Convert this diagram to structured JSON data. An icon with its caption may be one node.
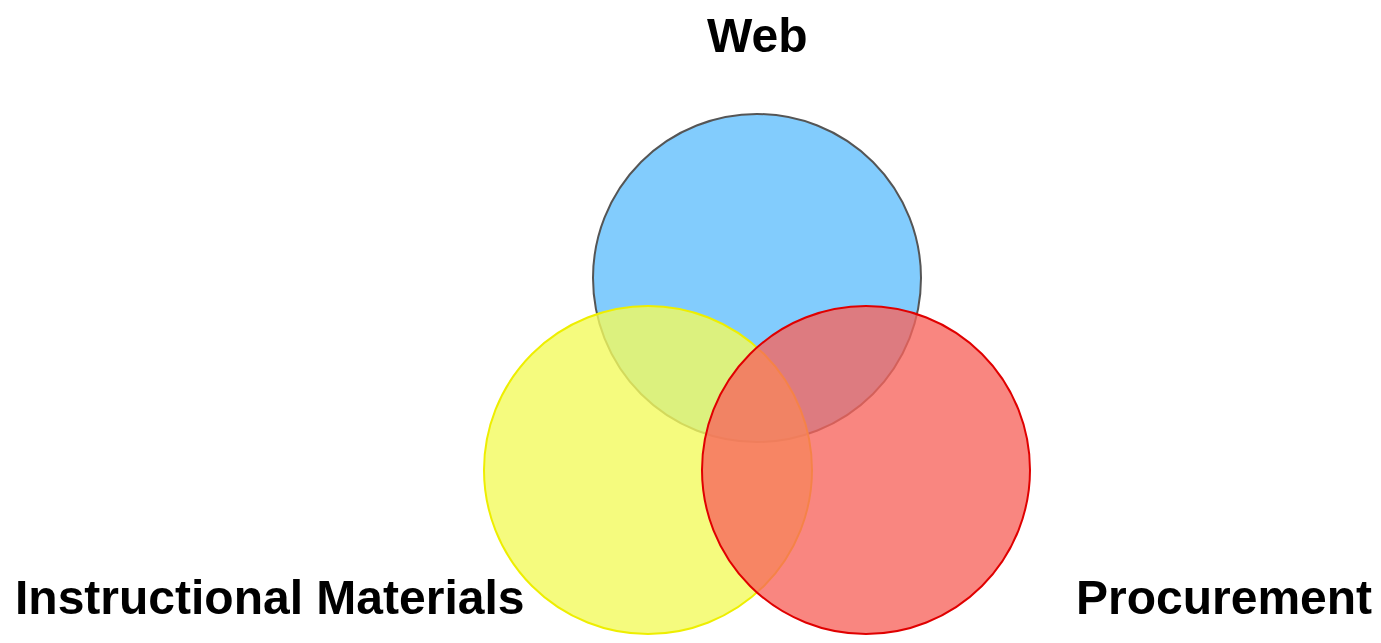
{
  "diagram": {
    "nodes": [
      {
        "text": [
          "Web"
        ]
      },
      {
        "text": [
          "Instructional Materials"
        ]
      },
      {
        "text": [
          "Procurement"
        ]
      }
    ]
  }
}
